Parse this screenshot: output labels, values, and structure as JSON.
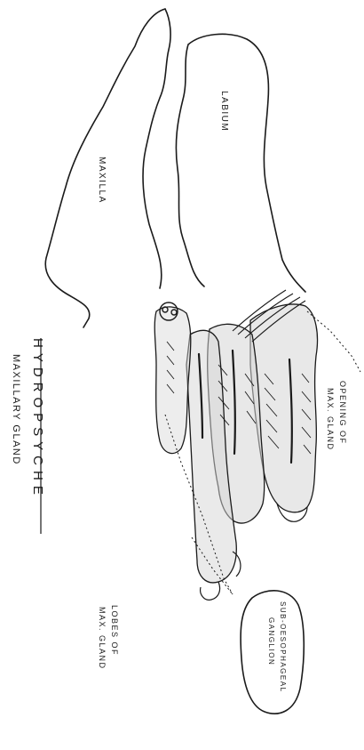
{
  "figure": {
    "title": "HYDROPSYCHE",
    "subtitle": "MAXILLARY GLAND"
  },
  "labels": {
    "labium": "LABIUM",
    "maxilla": "MAXILLA",
    "opening_line1": "OPENING OF",
    "opening_line2": "MAX. GLAND",
    "lobes_line1": "LOBES OF",
    "lobes_line2": "MAX. GLAND",
    "ganglion_line1": "SUB-OESOPHAGEAL",
    "ganglion_line2": "GANGLION"
  },
  "colors": {
    "ink": "#1a1a1a",
    "shade": "#d6d6d6"
  }
}
